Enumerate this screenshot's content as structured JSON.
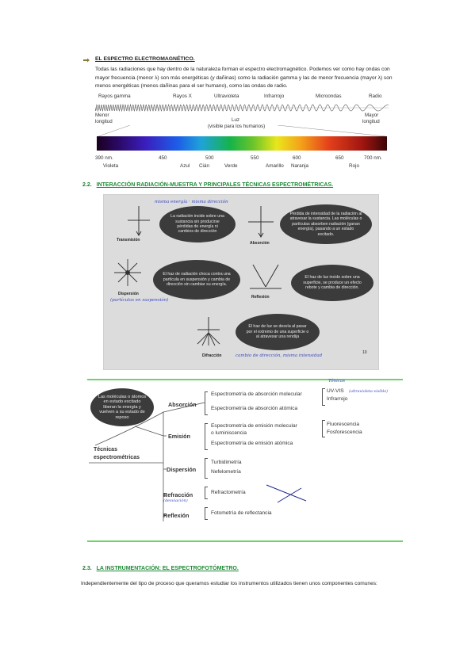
{
  "section": {
    "title": "EL ESPECTRO ELECTROMAGNÉTICO.",
    "paragraph": "Todas las radiaciones que hay dentro de la naturaleza forman el espectro electromagnético. Podemos ver como hay ondas con mayor frecuencia (menor λ) son más energéticas (y dañinas) como la radiación gamma y las de menor frecuencia (mayor λ) son menos energéticas (menos dañinas para el ser humano), como las ondas de radio."
  },
  "spectrum": {
    "top_labels": [
      "Rayos gamma",
      "Rayos X",
      "Ultravioleta",
      "Infrarrojo",
      "Microondas",
      "Radio"
    ],
    "left_label_1": "Menor",
    "left_label_2": "longitud",
    "right_label_1": "Mayor",
    "right_label_2": "longitud",
    "center_label_1": "Luz",
    "center_label_2": "(visible para los humanos)",
    "nm_labels": [
      "390 nm.",
      "450",
      "500",
      "550",
      "600",
      "650",
      "700 nm."
    ],
    "color_labels": [
      "Violeta",
      "Azul",
      "Cián",
      "Verde",
      "Amarillo",
      "Naranja",
      "Rojo"
    ]
  },
  "subsection_2": {
    "number": "2.2.",
    "title": "INTERACCIÓN RADIACIÓN-MUESTRA Y PRINCIPALES TÉCNICAS ESPECTROMÉTRICAS."
  },
  "photo1": {
    "bubble_transmision": "La radiación incide sobre una sustancia sin producirse pérdidas de energía ni cambios de dirección",
    "bubble_absorcion": "Pérdida de intensidad de la radiación al atravesar la sustancia. Las moléculas o partículas absorben radiación (ganan energía), pasando a un estado excitado.",
    "bubble_dispersion": "El haz de radiación choca contra una partícula en suspensión y cambia de dirección sin cambiar su energía.",
    "bubble_reflexion": "El haz de luz incide sobre una superficie, se produce un efecto rebote y cambia de dirección.",
    "bubble_difraccion": "El haz de luz se desvía al pasar por el extremo de una superficie o al atravesar una rendija",
    "label_transmision": "Transmisión",
    "label_absorcion": "Absorción",
    "label_dispersion": "Dispersión",
    "label_reflexion": "Reflexión",
    "label_difraccion": "Difracción",
    "hand_1": "misma energía · misma dirección",
    "hand_2": "(partículas en suspensión)",
    "hand_3": "cambio de dirección, misma intensidad",
    "page_num": "10"
  },
  "photo2": {
    "bubble": "Las moléculas o átomos en estado excitado liberan la energía y vuelven a su estado de reposo",
    "main_title_1": "Técnicas",
    "main_title_2": "espectrométricas",
    "cat_absorcion": "Absorción",
    "cat_emision": "Emisión",
    "cat_dispersion": "Dispersión",
    "cat_refraccion": "Refracción",
    "cat_refraccion_hand": "(desviación)",
    "cat_reflexion": "Reflexión",
    "item_abs_1": "Espectrometría de absorción molecular",
    "item_abs_2": "Espectrometría de absorción atómica",
    "item_uv": "UV-VIS",
    "item_ir": "Infrarrojo",
    "item_uv_hand": "(ultravioleta-visible)",
    "item_uv_hand_top": "Tónicas",
    "item_emi_1a": "Espectrometría de emisión molecular",
    "item_emi_1b": "o luminiscencia",
    "item_emi_2": "Espectrometría de emisión atómica",
    "item_fluo": "Fluorescencia",
    "item_fosfo": "Fosforescencia",
    "item_disp_1": "Turbidimetría",
    "item_disp_2": "Nefelometría",
    "item_refr": "Refractometría",
    "item_refl": "Fotometría de reflectancia"
  },
  "subsection_3": {
    "number": "2.3.",
    "title": "LA INSTRUMENTACIÓN: EL ESPECTROFOTÓMETRO."
  },
  "closing": "Independientemente del tipo de proceso que queramos estudiar los instrumentos utilizados tienen unos componentes comunes:"
}
